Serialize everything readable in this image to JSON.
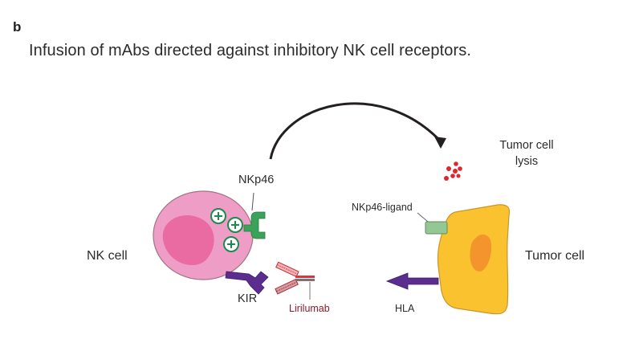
{
  "figure": {
    "panel_letter": "b",
    "title": "Infusion of mAbs directed against inhibitory NK cell receptors."
  },
  "labels": {
    "nk_cell": "NK cell",
    "nkp46": "NKp46",
    "kir": "KIR",
    "lirilumab": "Lirilumab",
    "nkp46_ligand": "NKp46-ligand",
    "hla": "HLA",
    "tumor_cell": "Tumor cell",
    "tumor_cell_lysis_line1": "Tumor cell",
    "tumor_cell_lysis_line2": "lysis"
  },
  "colors": {
    "nk_cell_body": "#ee9dc6",
    "nk_cell_nucleus": "#ea6aa2",
    "activating_receptor": "#3aa35a",
    "inhibitory_receptor": "#5b2d8e",
    "antibody": "#d9343f",
    "tumor_cell_body": "#fbc22f",
    "tumor_cell_nucleus": "#f3952c",
    "ligand": "#93c793",
    "lysis_debris": "#e0262c",
    "arrow": "#231f20"
  }
}
